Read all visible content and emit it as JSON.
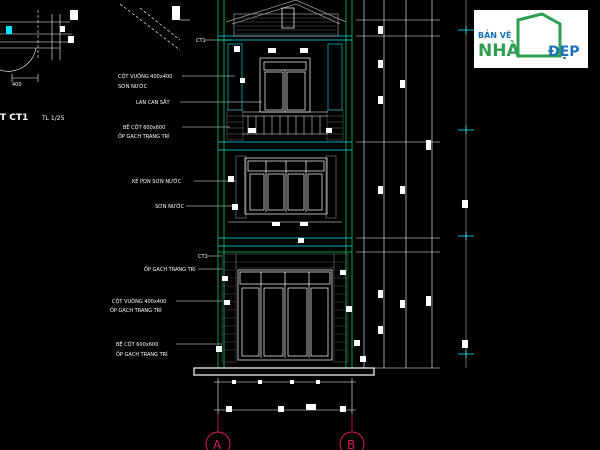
{
  "drawing": {
    "title_prefix": "T CT1",
    "title_scale": "TL 1/25",
    "dim_small": "400",
    "labels": {
      "ct1_top": "CT1",
      "cot_vuong_top_1": "CỘT VUÔNG 400x400",
      "cot_vuong_top_2": "SƠN NƯỚC",
      "lan_can": "LAN CAN SẮT",
      "be_cot_top_1": "BỆ CỘT 600x600",
      "be_cot_top_2": "ỐP GẠCH TRANG TRÍ",
      "ke_pon": "KẺ PON SƠN NƯỚC",
      "son_nuoc": "SƠN NƯỚC",
      "ct1_bottom": "CT1",
      "op_gach": "ỐP GẠCH TRANG TRÍ",
      "cot_vuong_bot_1": "CỘT VUÔNG 400x400",
      "cot_vuong_bot_2": "ỐP GẠCH TRANG TRÍ",
      "be_cot_bot_1": "BỆ CỘT 600x600",
      "be_cot_bot_2": "ỐP GẠCH TRANG TRÍ"
    },
    "axis_a": "A",
    "axis_b": "B"
  },
  "logo": {
    "line1": "BẢN VẼ",
    "line2": "NHÀ",
    "line3": "ĐẸP",
    "color_primary": "#2e9e4f",
    "color_secondary": "#1a73b8"
  },
  "colors": {
    "cyan": "#00e5ff",
    "green": "#00c853",
    "yellow": "#e6e600",
    "magenta": "#d81b60",
    "white": "#ffffff",
    "gray": "#9e9e9e"
  }
}
